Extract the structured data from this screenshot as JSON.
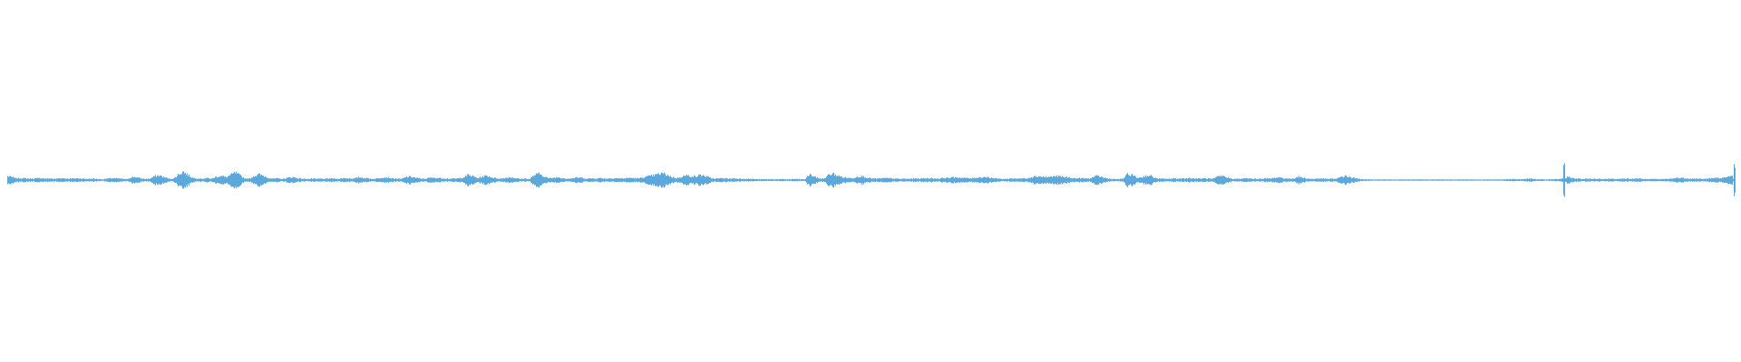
{
  "waveform": {
    "color": "#5aa8dc",
    "background": "#ffffff",
    "amplitude_envelope": [
      0.14,
      0.1,
      0.06,
      0.07,
      0.06,
      0.05,
      0.06,
      0.07,
      0.05,
      0.06,
      0.04,
      0.07,
      0.06,
      0.05,
      0.06,
      0.06,
      0.05,
      0.04,
      0.05,
      0.04,
      0.03,
      0.05,
      0.07,
      0.06,
      0.05,
      0.03,
      0.09,
      0.11,
      0.06,
      0.04,
      0.05,
      0.14,
      0.16,
      0.1,
      0.05,
      0.05,
      0.2,
      0.3,
      0.18,
      0.08,
      0.06,
      0.05,
      0.07,
      0.05,
      0.12,
      0.15,
      0.1,
      0.18,
      0.26,
      0.16,
      0.06,
      0.05,
      0.15,
      0.2,
      0.14,
      0.08,
      0.05,
      0.06,
      0.04,
      0.08,
      0.1,
      0.07,
      0.05,
      0.04,
      0.05,
      0.04,
      0.05,
      0.04,
      0.06,
      0.05,
      0.05,
      0.07,
      0.06,
      0.05,
      0.1,
      0.08,
      0.06,
      0.04,
      0.06,
      0.1,
      0.09,
      0.06,
      0.05,
      0.04,
      0.11,
      0.12,
      0.08,
      0.05,
      0.05,
      0.08,
      0.08,
      0.07,
      0.06,
      0.05,
      0.05,
      0.06,
      0.09,
      0.18,
      0.14,
      0.07,
      0.12,
      0.15,
      0.1,
      0.06,
      0.05,
      0.08,
      0.1,
      0.07,
      0.04,
      0.05,
      0.04,
      0.18,
      0.22,
      0.14,
      0.06,
      0.08,
      0.1,
      0.07,
      0.05,
      0.06,
      0.09,
      0.08,
      0.05,
      0.06,
      0.06,
      0.07,
      0.05,
      0.06,
      0.07,
      0.06,
      0.06,
      0.08,
      0.07,
      0.06,
      0.1,
      0.13,
      0.16,
      0.2,
      0.24,
      0.18,
      0.1,
      0.07,
      0.12,
      0.16,
      0.14,
      0.12,
      0.18,
      0.14,
      0.08,
      0.05,
      0.06,
      0.07,
      0.05,
      0.06,
      0.05,
      0.05,
      0.04,
      0.04,
      0.03,
      0.03,
      0.03,
      0.03,
      0.03,
      0.03,
      0.03,
      0.03,
      0.04,
      0.03,
      0.03,
      0.2,
      0.12,
      0.06,
      0.05,
      0.18,
      0.22,
      0.15,
      0.1,
      0.08,
      0.06,
      0.12,
      0.14,
      0.09,
      0.06,
      0.05,
      0.06,
      0.07,
      0.06,
      0.05,
      0.04,
      0.05,
      0.04,
      0.06,
      0.05,
      0.06,
      0.07,
      0.06,
      0.05,
      0.07,
      0.08,
      0.09,
      0.1,
      0.08,
      0.07,
      0.06,
      0.08,
      0.1,
      0.11,
      0.09,
      0.06,
      0.05,
      0.04,
      0.05,
      0.06,
      0.05,
      0.06,
      0.07,
      0.12,
      0.14,
      0.12,
      0.1,
      0.12,
      0.14,
      0.12,
      0.1,
      0.08,
      0.06,
      0.07,
      0.06,
      0.05,
      0.12,
      0.14,
      0.08,
      0.05,
      0.04,
      0.03,
      0.05,
      0.2,
      0.18,
      0.08,
      0.1,
      0.16,
      0.14,
      0.06,
      0.05,
      0.04,
      0.05,
      0.06,
      0.05,
      0.06,
      0.07,
      0.06,
      0.05,
      0.06,
      0.05,
      0.04,
      0.12,
      0.15,
      0.09,
      0.05,
      0.04,
      0.05,
      0.06,
      0.05,
      0.04,
      0.05,
      0.06,
      0.05,
      0.08,
      0.1,
      0.06,
      0.05,
      0.06,
      0.12,
      0.08,
      0.05,
      0.04,
      0.05,
      0.06,
      0.04,
      0.05,
      0.04,
      0.12,
      0.14,
      0.1,
      0.06,
      0.04,
      0.03,
      0.02,
      0.02,
      0.02,
      0.02,
      0.02,
      0.02,
      0.02,
      0.02,
      0.02,
      0.02,
      0.02,
      0.02,
      0.02,
      0.02,
      0.02,
      0.02,
      0.02,
      0.02,
      0.02,
      0.02,
      0.02,
      0.02,
      0.02,
      0.02,
      0.02,
      0.02,
      0.02,
      0.02,
      0.02,
      0.03,
      0.04,
      0.03,
      0.03,
      0.04,
      0.05,
      0.03,
      0.03,
      0.02,
      0.03,
      0.03,
      0.04,
      0.62,
      0.1,
      0.06,
      0.05,
      0.04,
      0.05,
      0.04,
      0.05,
      0.04,
      0.04,
      0.05,
      0.04,
      0.04,
      0.05,
      0.04,
      0.06,
      0.05,
      0.04,
      0.03,
      0.04,
      0.03,
      0.04,
      0.04,
      0.06,
      0.08,
      0.07,
      0.06,
      0.05,
      0.05,
      0.04,
      0.05,
      0.06,
      0.07,
      0.08,
      0.08,
      0.14,
      0.6
    ]
  }
}
